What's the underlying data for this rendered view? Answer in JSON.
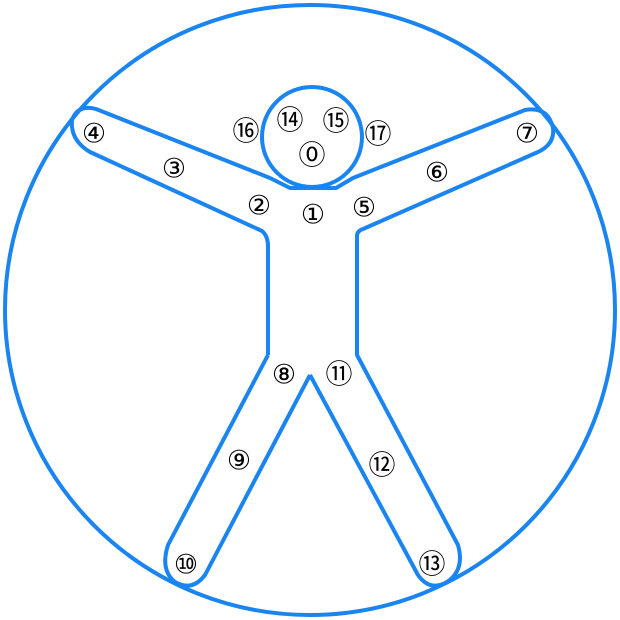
{
  "diagram": {
    "stroke_color": "#1a85f0",
    "keypoints": [
      {
        "id": "kp-0",
        "label": "⓪"
      },
      {
        "id": "kp-1",
        "label": "①"
      },
      {
        "id": "kp-2",
        "label": "②"
      },
      {
        "id": "kp-3",
        "label": "③"
      },
      {
        "id": "kp-4",
        "label": "④"
      },
      {
        "id": "kp-5",
        "label": "⑤"
      },
      {
        "id": "kp-6",
        "label": "⑥"
      },
      {
        "id": "kp-7",
        "label": "⑦"
      },
      {
        "id": "kp-8",
        "label": "⑧"
      },
      {
        "id": "kp-9",
        "label": "⑨"
      },
      {
        "id": "kp-10",
        "label": "⑩"
      },
      {
        "id": "kp-11",
        "label": "⑪"
      },
      {
        "id": "kp-12",
        "label": "⑫"
      },
      {
        "id": "kp-13",
        "label": "⑬"
      },
      {
        "id": "kp-14",
        "label": "⑭"
      },
      {
        "id": "kp-15",
        "label": "⑮"
      },
      {
        "id": "kp-16",
        "label": "⑯"
      },
      {
        "id": "kp-17",
        "label": "⑰"
      }
    ]
  }
}
